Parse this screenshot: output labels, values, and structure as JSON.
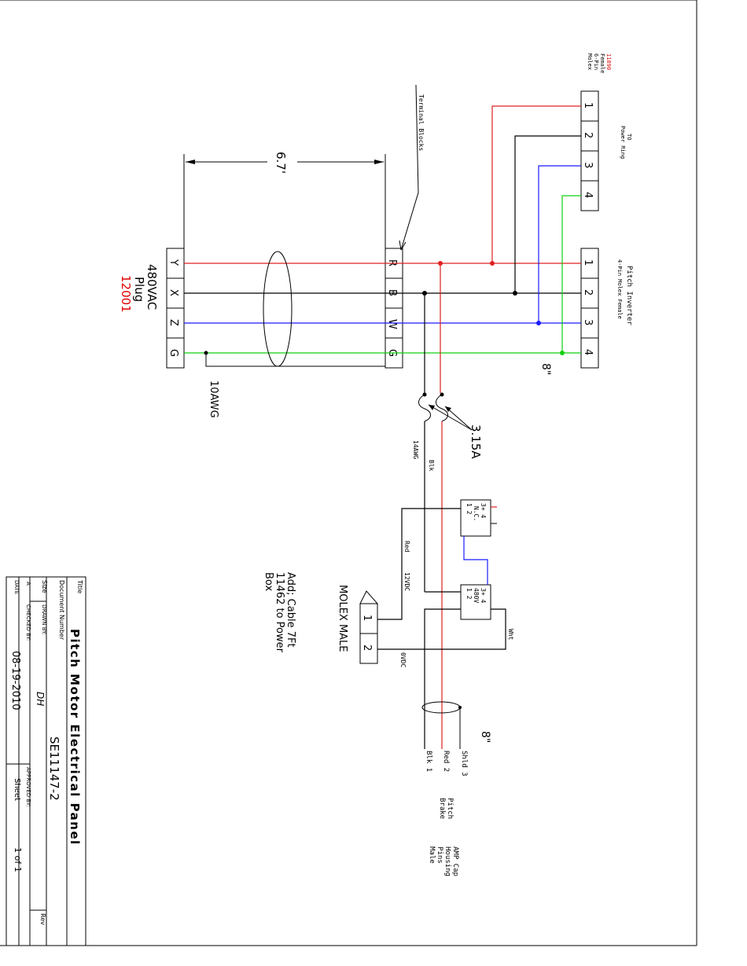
{
  "title_block": {
    "title_label": "Title",
    "title": "Pitch Motor Electrical Panel",
    "doc_label": "Document Number",
    "doc_number": "SE11147-2",
    "size_label": "Size",
    "size": "A",
    "drawn_label": "DRAWN BY:",
    "drawn_by": "DH",
    "checked_label": "CHECKED BY:",
    "approved_label": "APPROVED BY:",
    "rev_label": "Rev",
    "date_label": "DATE",
    "date": "08-19-2010",
    "sheet_label": "Sheet",
    "sheet": "1 of 1"
  },
  "connectors": {
    "molex6": {
      "label_lines": [
        "Molex",
        "6-Pin",
        "Female"
      ],
      "part": "11890",
      "pins": [
        "1",
        "2",
        "3",
        "4"
      ],
      "desc_lines": [
        "TO",
        "Power Ring"
      ]
    },
    "inverter": {
      "desc_lines": [
        "Pitch Inverter",
        "4-Pin Molex Female"
      ],
      "pins": [
        "1",
        "2",
        "3",
        "4"
      ]
    },
    "terminal": {
      "label": "Terminal Blocks",
      "pins": [
        "R",
        "B",
        "W",
        "G"
      ]
    },
    "plug": {
      "pins": [
        "Y",
        "X",
        "Z",
        "G"
      ],
      "label_lines": [
        "480VAC",
        "Plug"
      ],
      "part": "12001"
    },
    "molex_male": {
      "pins": [
        "1",
        "2"
      ],
      "label": "MOLEX MALE"
    }
  },
  "dimensions": {
    "cable_length": "6.7'",
    "cable_gauge": "10AWG",
    "inverter_lead": "8\"",
    "brake_lead": "8\""
  },
  "fuses": {
    "rating": "3.15A"
  },
  "wire_labels": {
    "blk": "Blk",
    "awg14": "14AWG",
    "red": "Red",
    "v12": "12VDC",
    "v0": "0VDC",
    "wht": "Wht"
  },
  "relays": {
    "nc": {
      "lines": [
        "3+  4",
        "N.C.",
        "1    2"
      ]
    },
    "v480": {
      "lines": [
        "3+  4",
        "480V",
        "1    2"
      ]
    }
  },
  "note_lines": [
    "Add; Cable 7Ft",
    "11462 to Power",
    "Box"
  ],
  "brake": {
    "wires": [
      "Shld  3",
      "Red  2",
      "Blk  1"
    ],
    "label_lines": [
      "Pitch",
      "Brake"
    ],
    "housing_lines": [
      "AMP Cap",
      "Housing",
      "Pins",
      "Male"
    ]
  },
  "colors": {
    "red": "#e02020",
    "blue": "#1a1aff",
    "green": "#10d010",
    "black": "#000000",
    "part_red": "#e00000"
  }
}
